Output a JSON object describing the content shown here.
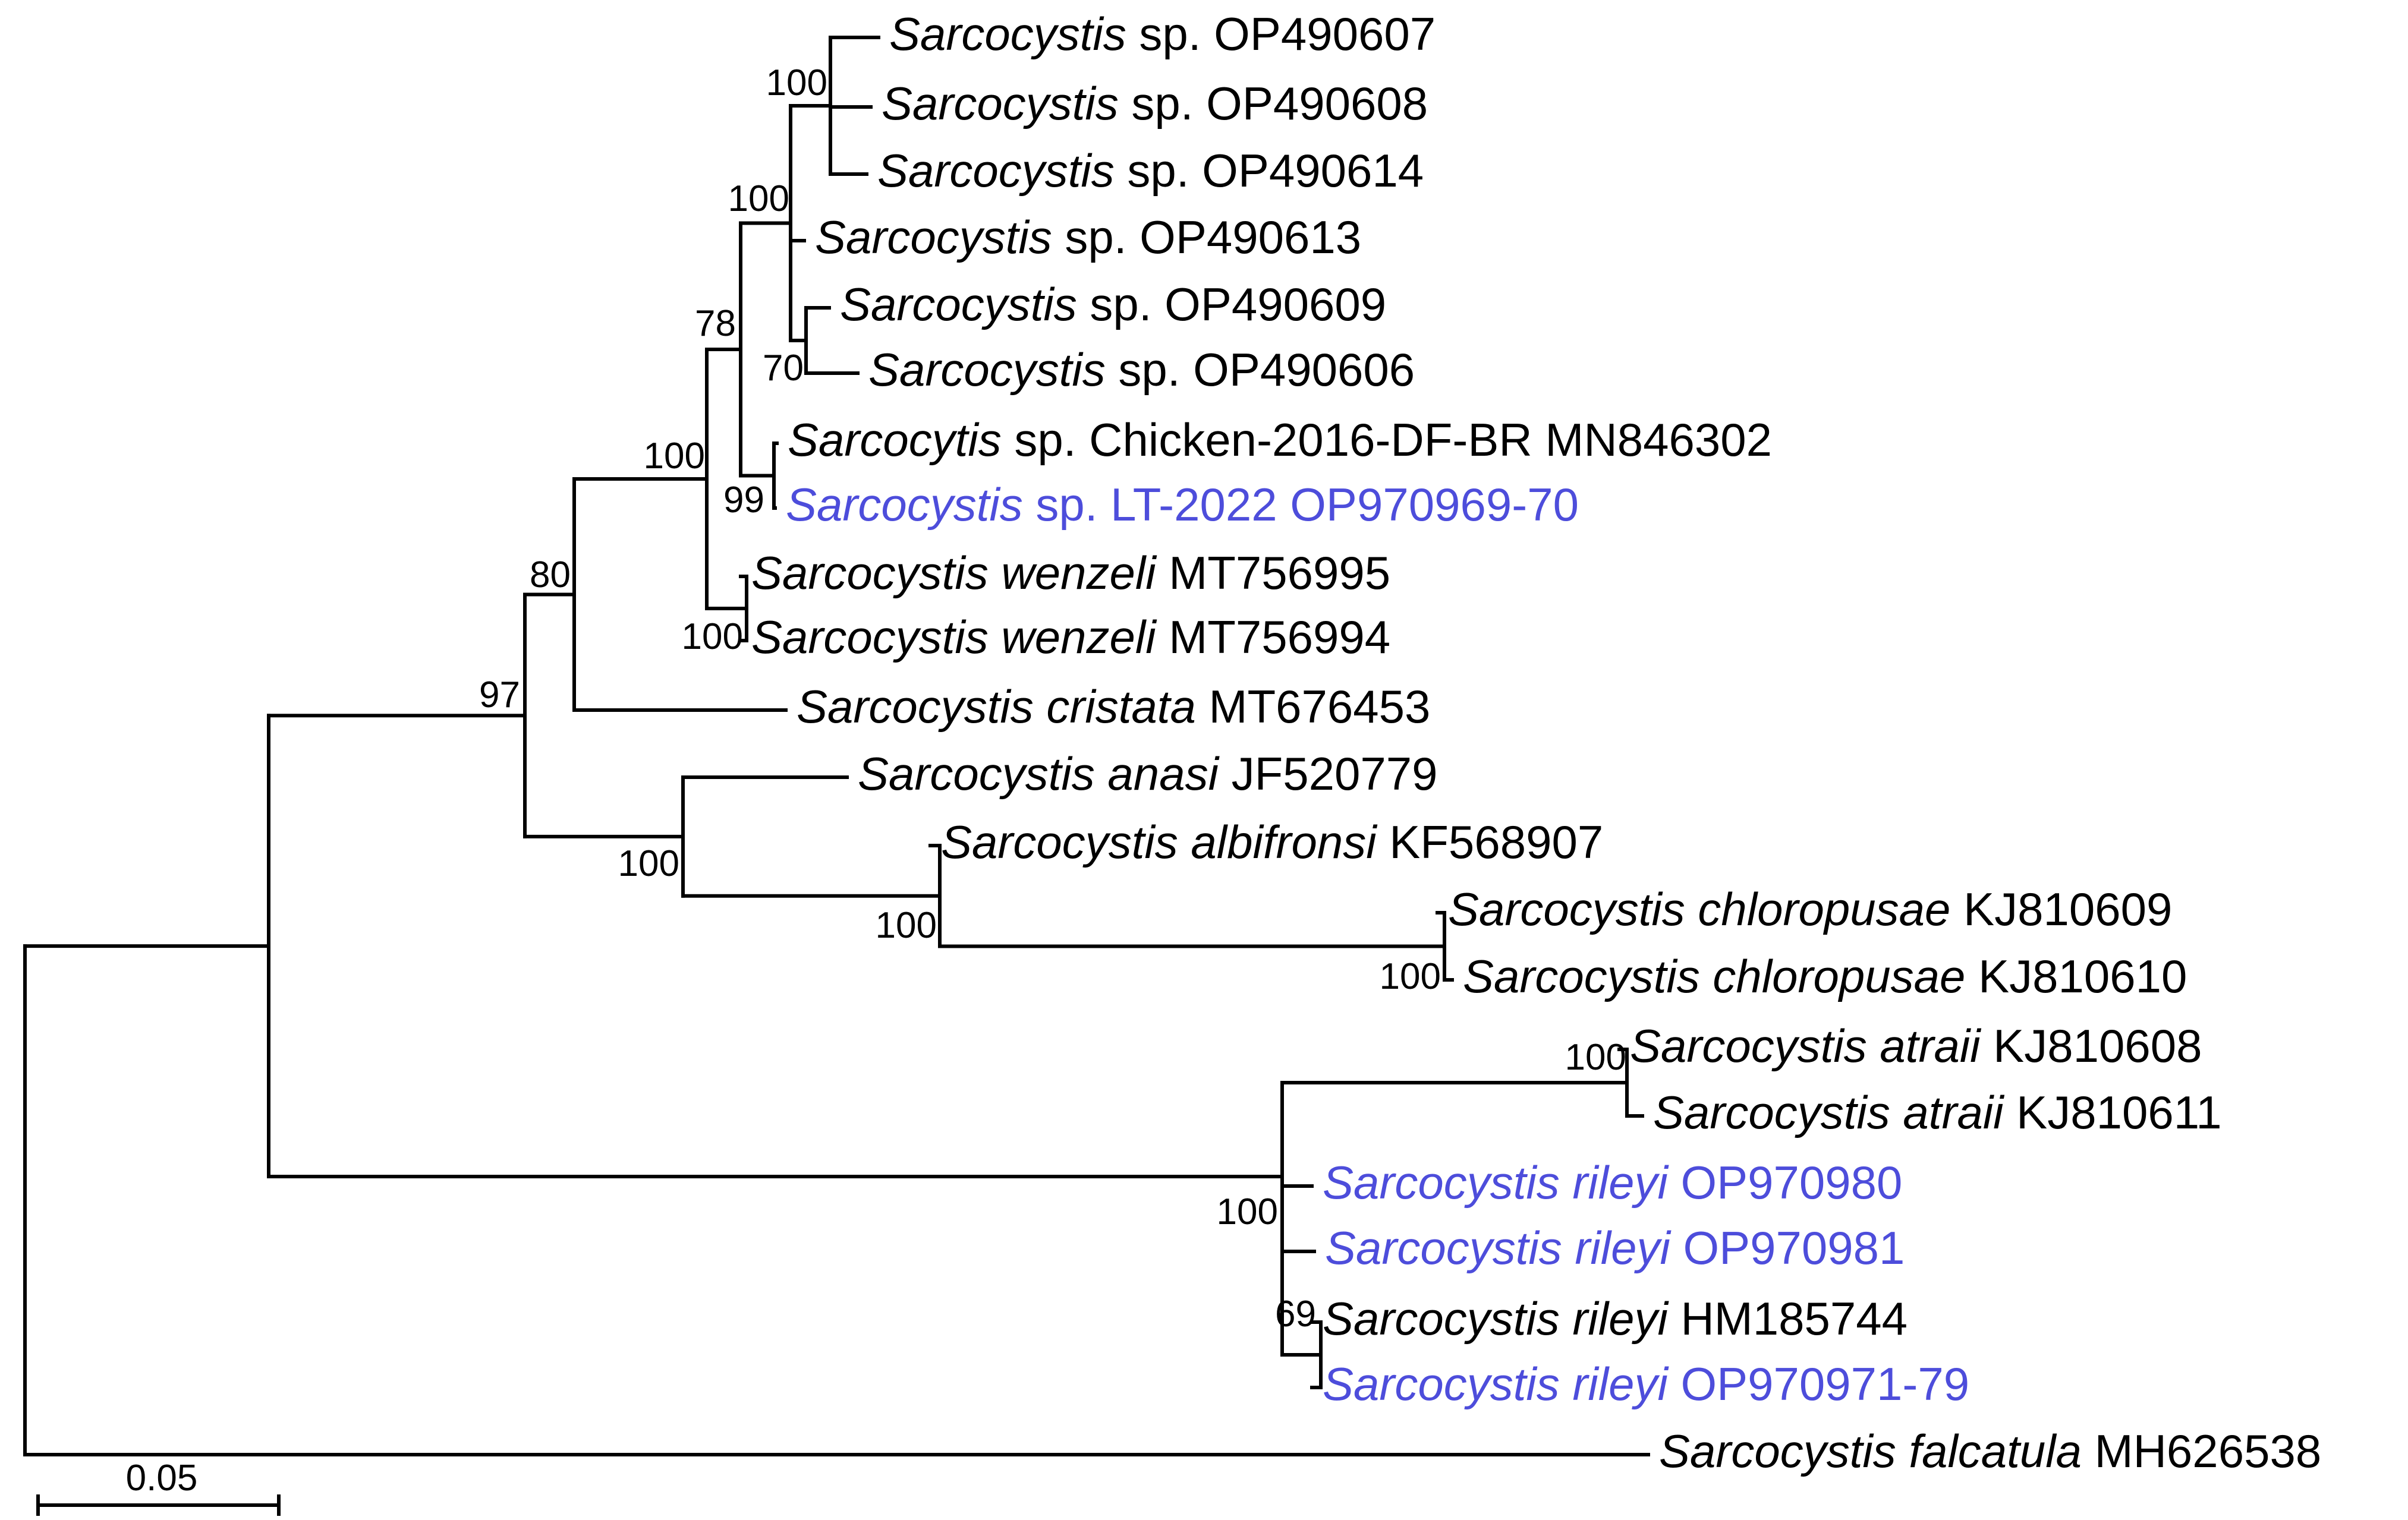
{
  "colors": {
    "default": "#000000",
    "highlight": "#4d4ddb"
  },
  "taxa": [
    {
      "id": "t1",
      "genus": "Sarcocystis",
      "rest": " sp. OP490607",
      "highlight": false
    },
    {
      "id": "t2",
      "genus": "Sarcocystis",
      "rest": " sp. OP490608",
      "highlight": false
    },
    {
      "id": "t3",
      "genus": "Sarcocystis",
      "rest": " sp. OP490614",
      "highlight": false
    },
    {
      "id": "t4",
      "genus": "Sarcocystis",
      "rest": " sp. OP490613",
      "highlight": false
    },
    {
      "id": "t5",
      "genus": "Sarcocystis",
      "rest": " sp. OP490609",
      "highlight": false
    },
    {
      "id": "t6",
      "genus": "Sarcocystis",
      "rest": " sp. OP490606",
      "highlight": false
    },
    {
      "id": "t7",
      "genus": "Sarcocytis",
      "rest": " sp. Chicken-2016-DF-BR MN846302",
      "highlight": false
    },
    {
      "id": "t8",
      "genus": "Sarcocystis",
      "rest": " sp. LT-2022 OP970969-70",
      "highlight": true
    },
    {
      "id": "t9",
      "genus": "Sarcocystis wenzeli",
      "rest": " MT756995",
      "highlight": false
    },
    {
      "id": "t10",
      "genus": "Sarcocystis wenzeli",
      "rest": " MT756994",
      "highlight": false
    },
    {
      "id": "t11",
      "genus": "Sarcocystis cristata",
      "rest": " MT676453",
      "highlight": false
    },
    {
      "id": "t12",
      "genus": "Sarcocystis anasi",
      "rest": " JF520779",
      "highlight": false
    },
    {
      "id": "t13",
      "genus": "Sarcocystis albifronsi",
      "rest": " KF568907",
      "highlight": false
    },
    {
      "id": "t14",
      "genus": "Sarcocystis chloropusae",
      "rest": " KJ810609",
      "highlight": false
    },
    {
      "id": "t15",
      "genus": "Sarcocystis chloropusae",
      "rest": " KJ810610",
      "highlight": false
    },
    {
      "id": "t16",
      "genus": "Sarcocystis atraii",
      "rest": " KJ810608",
      "highlight": false
    },
    {
      "id": "t17",
      "genus": "Sarcocystis atraii",
      "rest": " KJ810611",
      "highlight": false
    },
    {
      "id": "t18",
      "genus": "Sarcocystis rileyi",
      "rest": " OP970980",
      "highlight": true
    },
    {
      "id": "t19",
      "genus": "Sarcocystis rileyi",
      "rest": " OP970981",
      "highlight": true
    },
    {
      "id": "t20",
      "genus": "Sarcocystis rileyi",
      "rest": " HM185744",
      "highlight": false
    },
    {
      "id": "t21",
      "genus": "Sarcocystis rileyi",
      "rest": " OP970971-79",
      "highlight": true
    },
    {
      "id": "t22",
      "genus": "Sarcocystis falcatula",
      "rest": " MH626538",
      "highlight": false
    }
  ],
  "support_values": {
    "n_op607_609": "100",
    "n_op_group": "100",
    "n_op490609_606": "70",
    "n_chicken_lt": "99",
    "n_78": "78",
    "n_wenzeli": "100",
    "n_100_main": "100",
    "n_80": "80",
    "n_97": "97",
    "n_anasi_group": "100",
    "n_albifronsi_group": "100",
    "n_chloropusae": "100",
    "n_atraii": "100",
    "n_rileyi_group": "100",
    "n_rileyi_sub": "69"
  },
  "scale_bar": {
    "label": "0.05"
  }
}
